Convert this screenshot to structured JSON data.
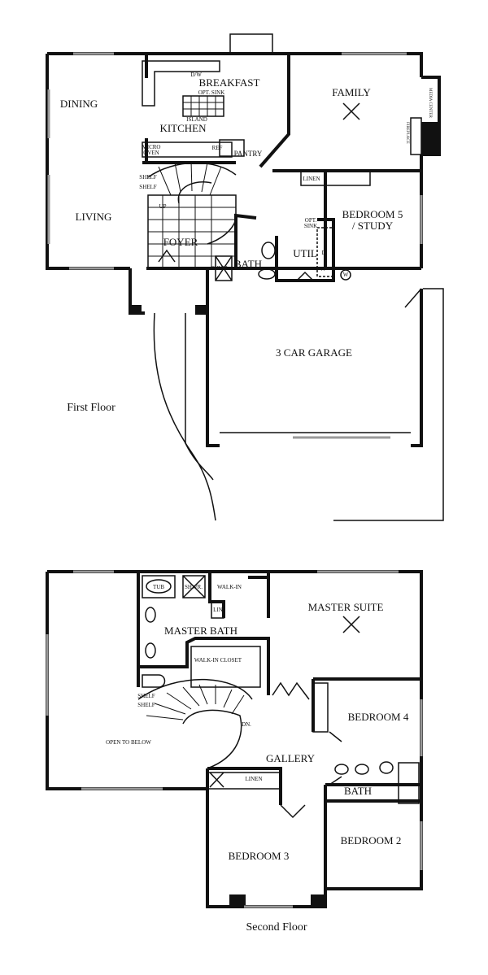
{
  "first_floor": {
    "caption": "First Floor",
    "rooms": {
      "dining": "DINING",
      "kitchen": "KITCHEN",
      "breakfast": "BREAKFAST",
      "family": "FAMILY",
      "living": "LIVING",
      "foyer": "FOYER",
      "bath": "BATH",
      "util": "UTIL",
      "bedroom5_line1": "BEDROOM 5",
      "bedroom5_line2": "/ STUDY",
      "garage": "3 CAR GARAGE"
    },
    "fixtures": {
      "dw": "D/W",
      "opt_sink": "OPT. SINK",
      "island": "ISLAND",
      "micro": "MICRO",
      "oven": "OVEN",
      "ref": "REF",
      "pantry": "PANTRY",
      "shelf1": "SHELF",
      "shelf2": "SHELF",
      "up": "UP",
      "linen": "LINEN",
      "util_opt": "OPT.",
      "util_sink": "SINK",
      "dryer": "D",
      "washer": "W",
      "water_heater": "W",
      "shower": "SHWR.",
      "media_center": "MEDIA CENTER",
      "fireplace": "FIREPLACE"
    }
  },
  "second_floor": {
    "caption": "Second Floor",
    "rooms": {
      "master_suite": "MASTER SUITE",
      "master_bath": "MASTER BATH",
      "walk_in_closet": "WALK-IN CLOSET",
      "open_to_below": "OPEN TO BELOW",
      "bedroom4": "BEDROOM 4",
      "gallery": "GALLERY",
      "bath": "BATH",
      "bedroom3": "BEDROOM 3",
      "bedroom2": "BEDROOM 2"
    },
    "fixtures": {
      "tub": "TUB",
      "shower": "SHWR.",
      "walk_in": "WALK-IN",
      "lin": "LIN",
      "shelf1": "SHELF",
      "shelf2": "SHELF",
      "dn": "DN.",
      "linen": "LINEN"
    }
  }
}
